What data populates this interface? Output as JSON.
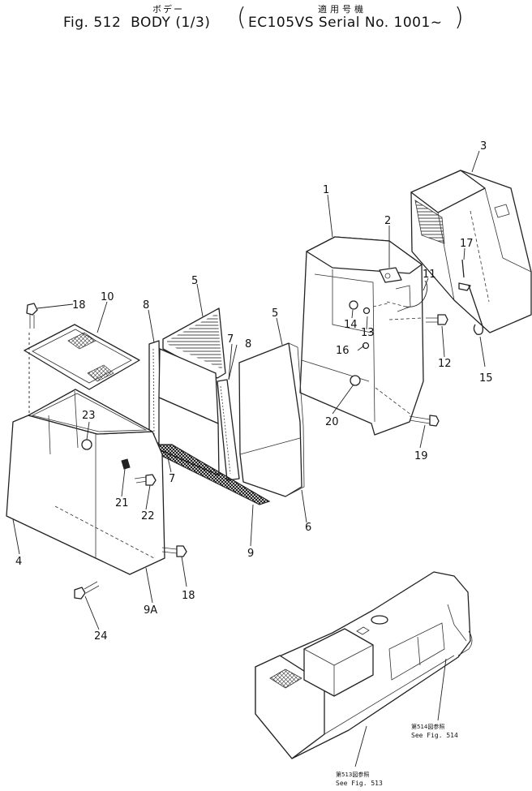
{
  "header": {
    "figure_label": "Fig. 512",
    "figure_title": "BODY (1/3)",
    "figure_title_jp": "ボデー",
    "serial_label": "EC105VS Serial No. 1001~",
    "serial_label_jp": "適用号機"
  },
  "callouts": [
    {
      "id": "c1",
      "text": "1"
    },
    {
      "id": "c2",
      "text": "2"
    },
    {
      "id": "c3",
      "text": "3"
    },
    {
      "id": "c4",
      "text": "4"
    },
    {
      "id": "c5a",
      "text": "5"
    },
    {
      "id": "c5b",
      "text": "5"
    },
    {
      "id": "c6",
      "text": "6"
    },
    {
      "id": "c7a",
      "text": "7"
    },
    {
      "id": "c7b",
      "text": "7"
    },
    {
      "id": "c8a",
      "text": "8"
    },
    {
      "id": "c8b",
      "text": "8"
    },
    {
      "id": "c9",
      "text": "9"
    },
    {
      "id": "c9a",
      "text": "9A"
    },
    {
      "id": "c10",
      "text": "10"
    },
    {
      "id": "c11",
      "text": "11"
    },
    {
      "id": "c12",
      "text": "12"
    },
    {
      "id": "c13",
      "text": "13"
    },
    {
      "id": "c14",
      "text": "14"
    },
    {
      "id": "c15",
      "text": "15"
    },
    {
      "id": "c16",
      "text": "16"
    },
    {
      "id": "c17",
      "text": "17"
    },
    {
      "id": "c18a",
      "text": "18"
    },
    {
      "id": "c18b",
      "text": "18"
    },
    {
      "id": "c19",
      "text": "19"
    },
    {
      "id": "c20",
      "text": "20"
    },
    {
      "id": "c21",
      "text": "21"
    },
    {
      "id": "c22",
      "text": "22"
    },
    {
      "id": "c23",
      "text": "23"
    },
    {
      "id": "c24",
      "text": "24"
    }
  ],
  "references": {
    "fig514_jp": "第514図参照",
    "fig514_en": "See Fig. 514",
    "fig513_jp": "第513図参照",
    "fig513_en": "See Fig. 513"
  }
}
